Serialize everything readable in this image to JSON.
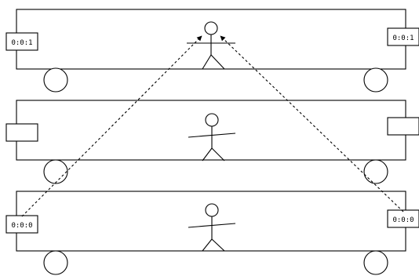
{
  "figure": {
    "stroke_color": "#000000",
    "background_color": "#ffffff"
  },
  "frames": [
    {
      "clock_left": "0:0:1",
      "clock_right": "0:0:1"
    },
    {
      "clock_left": "",
      "clock_right": ""
    },
    {
      "clock_left": "0:0:0",
      "clock_right": "0:0:0"
    }
  ]
}
